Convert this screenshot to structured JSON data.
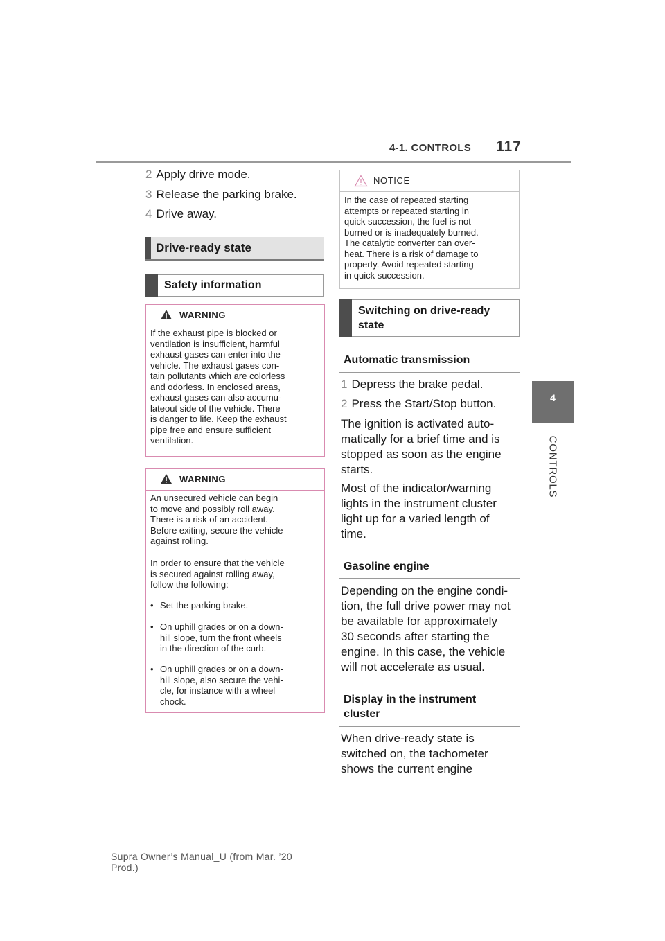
{
  "header": {
    "section": "4-1. CONTROLS",
    "page_number": "117"
  },
  "side_tab": {
    "number": "4",
    "label": "CONTROLS"
  },
  "steps_top": [
    {
      "num": "2",
      "text": "Apply drive mode."
    },
    {
      "num": "3",
      "text": "Release the parking brake."
    },
    {
      "num": "4",
      "text": "Drive away."
    }
  ],
  "drive_ready_heading": "Drive-ready state",
  "safety_heading": "Safety information",
  "warning1": {
    "title": "WARNING",
    "lines": [
      "If the exhaust pipe is blocked or",
      "ventilation is insufficient, harmful",
      "exhaust gases can enter into the",
      "vehicle. The exhaust gases con-",
      "tain pollutants which are colorless",
      "and odorless. In enclosed areas,",
      "exhaust gases can also accumu-",
      "lateout side of the vehicle. There",
      "is danger to life. Keep the exhaust",
      "pipe free and ensure sufficient",
      "ventilation."
    ]
  },
  "warning2": {
    "title": "WARNING",
    "para1": [
      "An unsecured vehicle can begin",
      "to move and possibly roll away.",
      "There is a risk of an accident.",
      "Before exiting, secure the vehicle",
      "against rolling."
    ],
    "para2": [
      "In order to ensure that the vehicle",
      "is secured against rolling away,",
      "follow the following:"
    ],
    "bullet1": [
      "Set the parking brake."
    ],
    "bullet2": [
      "On uphill grades or on a down-",
      "hill slope, turn the front wheels",
      "in the direction of the curb."
    ],
    "bullet3": [
      "On uphill grades or on a down-",
      "hill slope, also secure the vehi-",
      "cle, for instance with a wheel",
      "chock."
    ]
  },
  "notice": {
    "title": "NOTICE",
    "lines": [
      "In the case of repeated starting",
      "attempts or repeated starting in",
      "quick succession, the fuel is not",
      "burned or is inadequately burned.",
      "The catalytic converter can over-",
      "heat. There is a risk of damage to",
      "property. Avoid repeated starting",
      "in quick succession."
    ]
  },
  "switching_heading": [
    "Switching on drive-ready",
    "state"
  ],
  "auto_trans_heading": "Automatic transmission",
  "steps_right": [
    {
      "num": "1",
      "text": "Depress the brake pedal."
    },
    {
      "num": "2",
      "text": "Press the Start/Stop button."
    }
  ],
  "ignition_para": [
    "The ignition is activated auto-",
    "matically for a brief time and is",
    "stopped as soon as the engine",
    "starts."
  ],
  "indicator_para": [
    "Most of the indicator/warning",
    "lights in the instrument cluster",
    "light up for a varied length of",
    "time."
  ],
  "gasoline_heading": "Gasoline engine",
  "gasoline_para": [
    "Depending on the engine condi-",
    "tion, the full drive power may not",
    "be available for approximately",
    "30 seconds after starting the",
    "engine. In this case, the vehicle",
    "will not accelerate as usual."
  ],
  "display_heading": [
    "Display in the instrument",
    "cluster"
  ],
  "display_para": [
    "When drive-ready state is",
    "switched on, the tachometer",
    "shows the current engine"
  ],
  "footer": [
    "Supra Owner’s Manual_U (from Mar. ’20",
    "Prod.)"
  ],
  "colors": {
    "warning_border": "#d98bb0",
    "heading_bar": "#4d4d4d",
    "side_tab": "#6f6f6f"
  }
}
